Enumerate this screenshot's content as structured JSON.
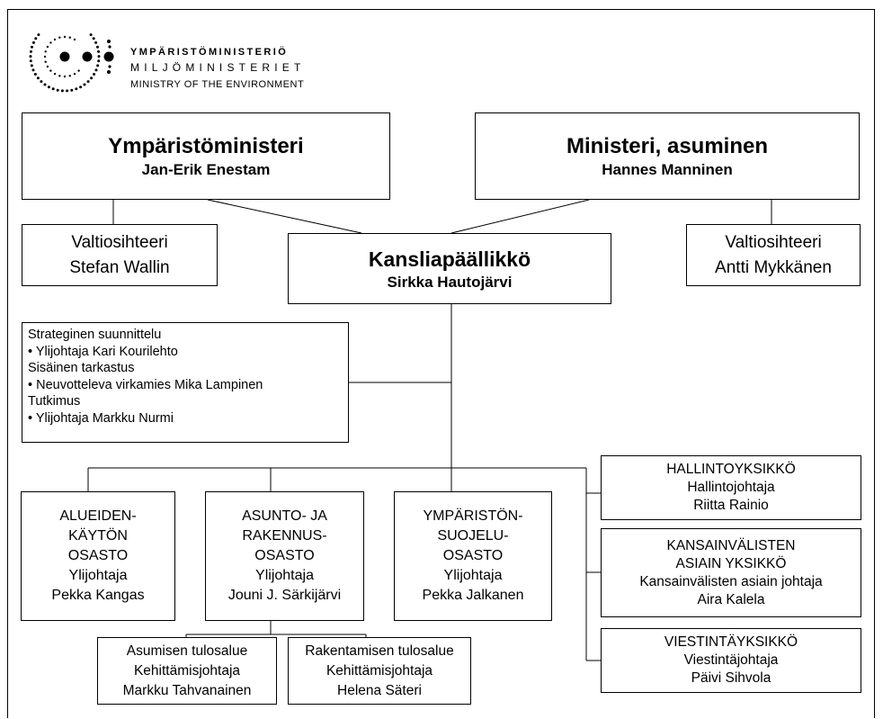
{
  "logo": {
    "line_fi": "YMPÄRISTÖMINISTERIÖ",
    "line_sv": "MILJÖMINISTERIET",
    "line_en": "MINISTRY OF THE ENVIRONMENT"
  },
  "ministers": {
    "environment": {
      "title": "Ympäristöministeri",
      "name": "Jan-Erik Enestam"
    },
    "housing": {
      "title": "Ministeri, asuminen",
      "name": "Hannes Manninen"
    }
  },
  "state_secretaries": {
    "left": {
      "title": "Valtiosihteeri",
      "name": "Stefan Wallin"
    },
    "right": {
      "title": "Valtiosihteeri",
      "name": "Antti Mykkänen"
    }
  },
  "chancellor": {
    "title": "Kansliapäällikkö",
    "name": "Sirkka Hautojärvi"
  },
  "strategy": {
    "lines": [
      "Strateginen suunnittelu",
      "• Ylijohtaja Kari Kourilehto",
      "Sisäinen tarkastus",
      "• Neuvotteleva virkamies Mika Lampinen",
      "Tutkimus",
      "• Ylijohtaja Markku Nurmi"
    ]
  },
  "departments": [
    {
      "lines": [
        "ALUEIDEN-",
        "KÄYTÖN",
        "OSASTO",
        "Ylijohtaja",
        "Pekka Kangas"
      ]
    },
    {
      "lines": [
        "ASUNTO- JA",
        "RAKENNUS-",
        "OSASTO",
        "Ylijohtaja",
        "Jouni J. Särkijärvi"
      ]
    },
    {
      "lines": [
        "YMPÄRISTÖN-",
        "SUOJELU-",
        "OSASTO",
        "Ylijohtaja",
        "Pekka Jalkanen"
      ]
    }
  ],
  "result_areas": [
    {
      "lines": [
        "Asumisen tulosalue",
        "Kehittämisjohtaja",
        "Markku Tahvanainen"
      ]
    },
    {
      "lines": [
        "Rakentamisen tulosalue",
        "Kehittämisjohtaja",
        "Helena Säteri"
      ]
    }
  ],
  "units": [
    {
      "lines": [
        "HALLINTOYKSIKKÖ",
        "Hallintojohtaja",
        "Riitta Rainio"
      ]
    },
    {
      "lines": [
        "KANSAINVÄLISTEN",
        "ASIAIN YKSIKKÖ",
        "Kansainvälisten asiain johtaja",
        "Aira Kalela"
      ]
    },
    {
      "lines": [
        "VIESTINTÄYKSIKKÖ",
        "Viestintäjohtaja",
        "Päivi Sihvola"
      ]
    }
  ]
}
